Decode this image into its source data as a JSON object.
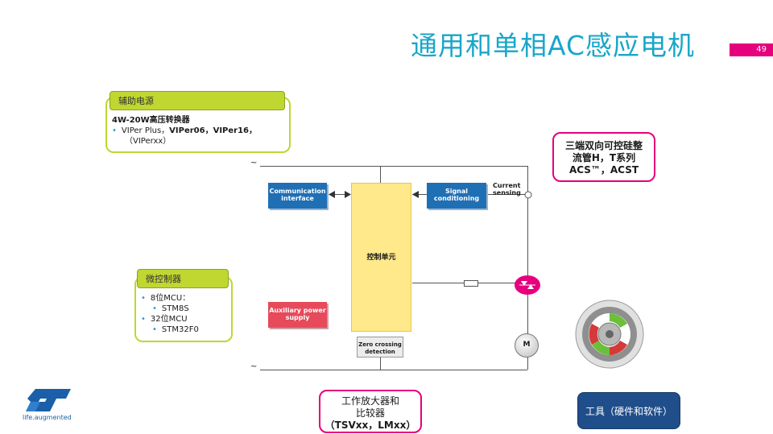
{
  "slide": {
    "title": "通用和单相AC感应电机",
    "page_number": "49"
  },
  "aux_power": {
    "header": "辅助电源",
    "heading": "4W-20W高压转换器",
    "line1_plain": "VIPer Plus，",
    "line1_bold": "VIPer06，VIPer16，",
    "line2": "（VIPerxx）"
  },
  "mcu": {
    "header": "微控制器",
    "items": [
      "8位MCU：",
      "STM8S",
      "32位MCU",
      "STM32F0"
    ]
  },
  "triac_box": {
    "line1": "三端双向可控硅整",
    "line2": "流管H，T系列",
    "line3": "ACS™，ACST"
  },
  "opamp_box": {
    "line1": "工作放大器和",
    "line2": "比较器",
    "line3": "（TSVxx，LMxx）"
  },
  "tools_button": {
    "label": "工具（硬件和软件）"
  },
  "diagram": {
    "mains_top": "~",
    "mains_bottom": "~",
    "comm_interface": "Communication interface",
    "signal_conditioning": "Signal conditioning",
    "current_sensing": "Current sensing",
    "control_unit": "控制单元",
    "aux_power_supply": "Auxiliary power supply",
    "zero_crossing": "Zero crossing detection",
    "motor": "M"
  },
  "logo": {
    "tagline": "life.augmented"
  },
  "colors": {
    "title": "#1aa6c9",
    "accent_magenta": "#e6007e",
    "callout_green": "#bfd730",
    "block_blue": "#1f6fb5",
    "block_red": "#e64a5b",
    "control_yellow": "#ffe98a",
    "tools_navy": "#1f4e8a"
  }
}
